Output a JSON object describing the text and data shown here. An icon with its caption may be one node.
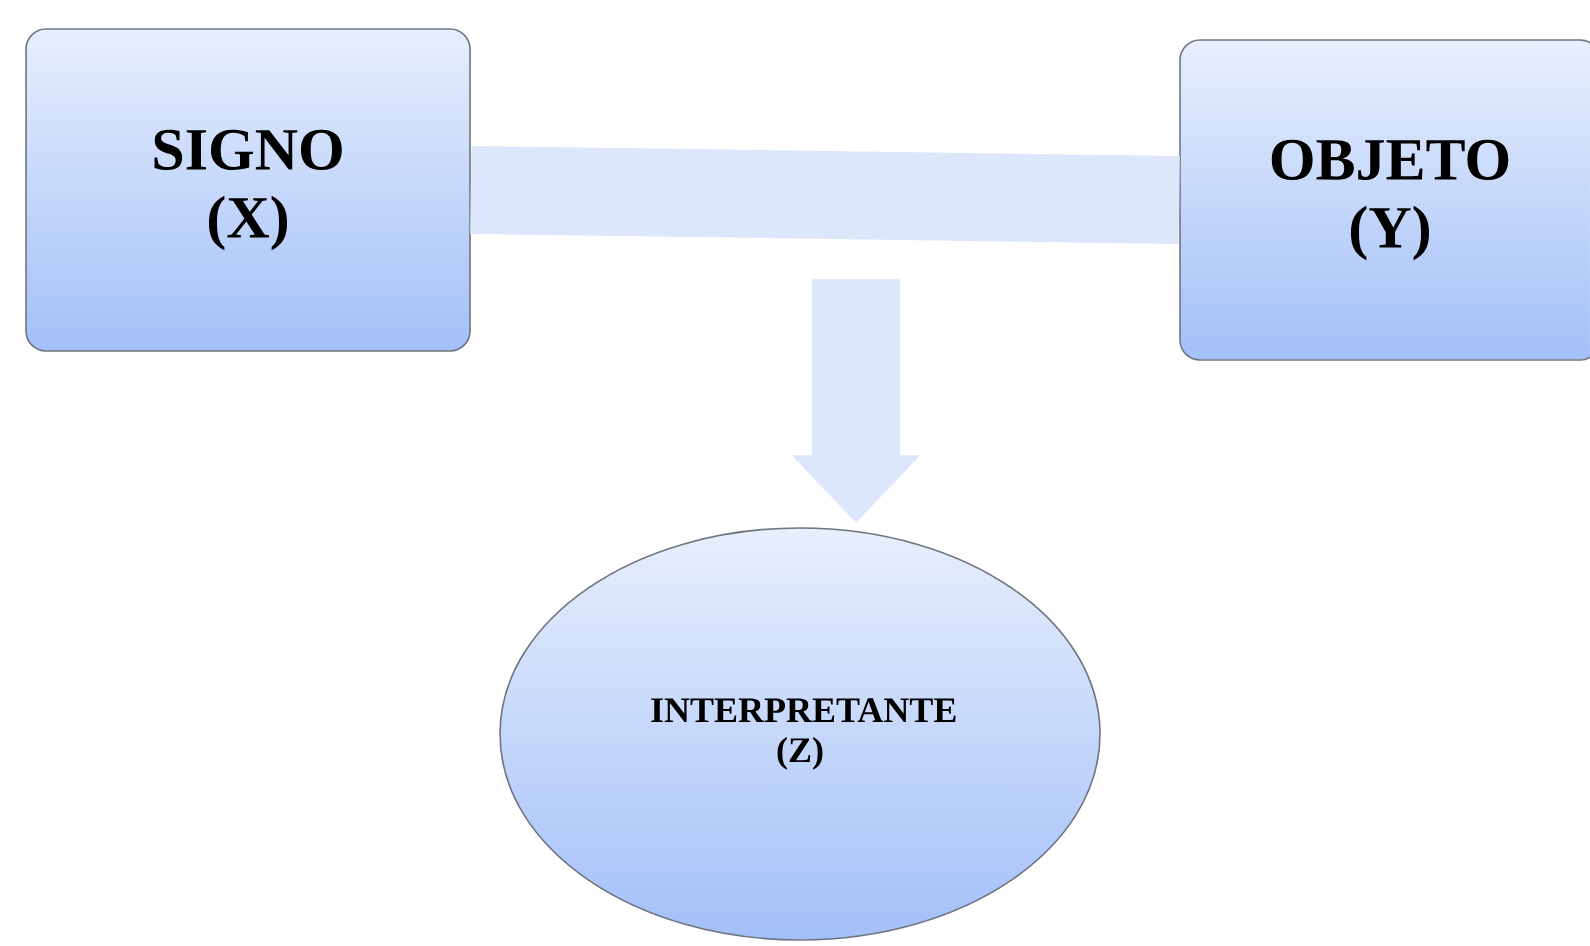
{
  "diagram": {
    "nodes": [
      {
        "text": [
          "SIGNO (X)"
        ]
      },
      {
        "text": [
          "OBJETO (Y)"
        ]
      },
      {
        "text": [
          "INTERPRETANTE (Z)"
        ]
      }
    ],
    "edges": [
      {
        "from": 0,
        "to": 1,
        "arrow": "none"
      },
      {
        "from": null,
        "to": 2,
        "arrow": "to"
      }
    ]
  }
}
